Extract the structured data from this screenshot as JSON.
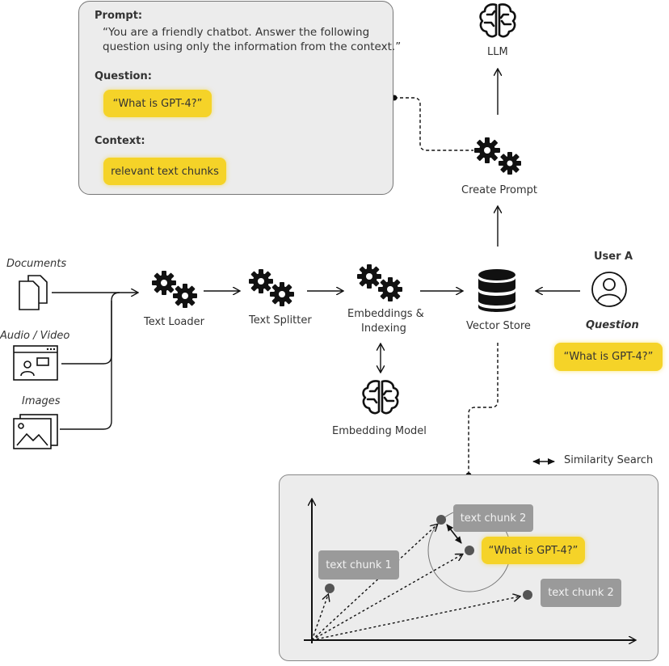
{
  "prompt_box": {
    "prompt_heading": "Prompt:",
    "prompt_line1": "“You are a friendly chatbot. Answer the following",
    "prompt_line2": "question using only the information from the context.”",
    "question_heading": "Question:",
    "question_value": "“What is GPT-4?”",
    "context_heading": "Context:",
    "context_value": "relevant text chunks"
  },
  "nodes": {
    "llm": "LLM",
    "create_prompt": "Create Prompt",
    "documents": "Documents",
    "audio_video": "Audio / Video",
    "images": "Images",
    "text_loader": "Text Loader",
    "text_splitter": "Text Splitter",
    "embeddings_line1": "Embeddings &",
    "embeddings_line2": "Indexing",
    "embedding_model": "Embedding Model",
    "vector_store": "Vector Store",
    "user": "User A",
    "question_label": "Question",
    "user_question": "“What is GPT-4?”"
  },
  "similarity": {
    "legend": "Similarity Search",
    "chunk_top": "text chunk 2",
    "query": "“What is GPT-4?”",
    "chunk_left": "text chunk 1",
    "chunk_right": "text chunk 2"
  },
  "icons": [
    "brain-icon",
    "gears-icon",
    "database-icon",
    "user-icon",
    "documents-icon",
    "video-call-icon",
    "images-icon"
  ],
  "colors": {
    "highlight": "#f5d328",
    "chunk": "#9a9a9a",
    "panel": "#ececec",
    "ink": "#111111"
  }
}
